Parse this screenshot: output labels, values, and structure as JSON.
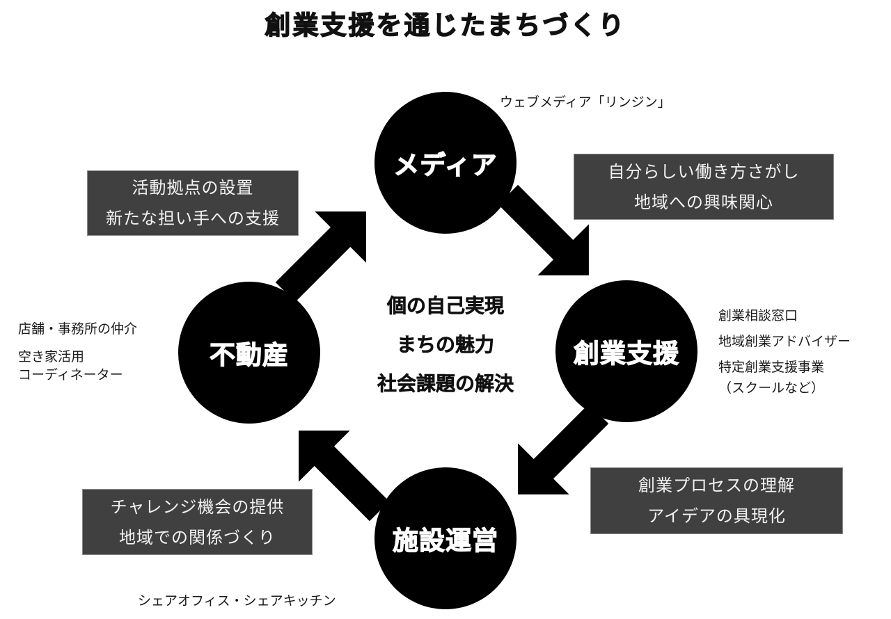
{
  "title": "創業支援を通じたまちづくり",
  "center": {
    "lines": [
      "個の自己実現",
      "まちの魅力",
      "社会課題の解決"
    ]
  },
  "nodes": {
    "media": "メディア",
    "startup_support": "創業支援",
    "facility": "施設運営",
    "real_estate": "不動産"
  },
  "notes": {
    "media": "ウェブメディア「リンジン」",
    "startup_support": [
      "創業相談窓口",
      "地域創業アドバイザー",
      "特定創業支援事業",
      "（スクールなど）"
    ],
    "facility": "シェアオフィス・シェアキッチン",
    "real_estate": [
      "店舗・事務所の仲介",
      "空き家活用",
      "コーディネーター"
    ]
  },
  "boxes": {
    "media_to_startup": [
      "自分らしい働き方さがし",
      "地域への興味関心"
    ],
    "startup_to_facility": [
      "創業プロセスの理解",
      "アイデアの具現化"
    ],
    "facility_to_real_estate": [
      "チャレンジ機会の提供",
      "地域での関係づくり"
    ],
    "real_estate_to_media": [
      "活動拠点の設置",
      "新たな担い手への支援"
    ]
  },
  "colors": {
    "node_fill": "#000000",
    "box_fill": "#404040",
    "box_text": "#f2f2f2"
  }
}
